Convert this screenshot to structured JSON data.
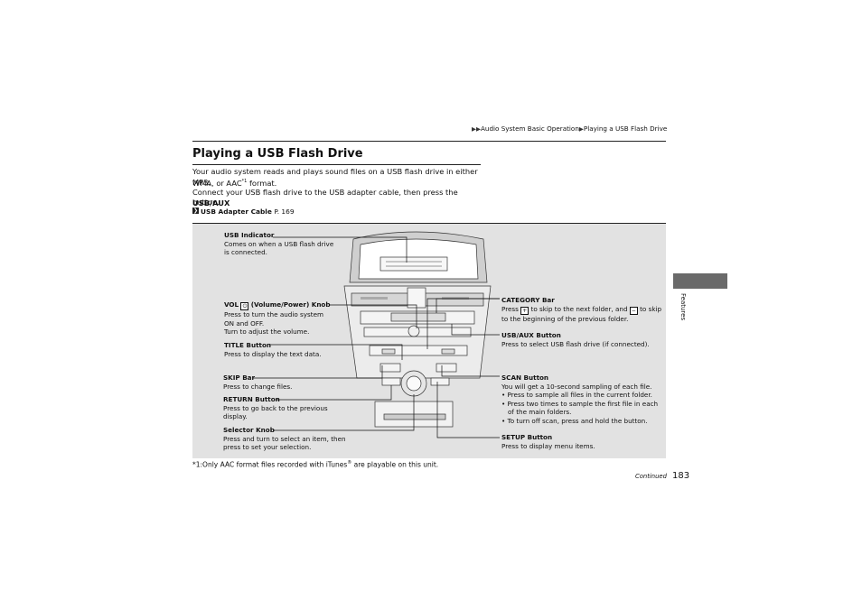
{
  "breadcrumb": {
    "part1": "Audio System Basic Operation",
    "part2": "Playing a USB Flash Drive"
  },
  "section_tab": "Features",
  "title": "Playing a USB Flash Drive",
  "intro": {
    "line1": "Your audio system reads and plays sound files on a USB flash drive in either MP3,",
    "line2a": "WMA, or AAC",
    "line2sup": "*1",
    "line2b": " format.",
    "line3": "Connect your USB flash drive to the USB adapter cable, then press the ",
    "line3bold": "USB/AUX",
    "line4": "button."
  },
  "xref": {
    "text": "USB Adapter Cable",
    "page": "P. 169"
  },
  "left_labels": {
    "usb_indicator": {
      "title": "USB Indicator",
      "desc1": "Comes on when a USB flash drive",
      "desc2": "is connected."
    },
    "vol": {
      "title1": "VOL",
      "icon": "⏻",
      "title2": "(Volume/Power) Knob",
      "desc1": "Press to turn the audio system",
      "desc2": "ON and OFF.",
      "desc3": "Turn to adjust the volume."
    },
    "title_button": {
      "title": "TITLE Button",
      "desc1": "Press to display the text data."
    },
    "skip_bar": {
      "title": "SKIP Bar",
      "desc1": "Press to change files."
    },
    "return_button": {
      "title": "RETURN Button",
      "desc1": "Press to go back to the previous",
      "desc2": "display."
    },
    "selector_knob": {
      "title": "Selector Knob",
      "desc1": "Press and turn to select an item, then",
      "desc2": "press to set your selection."
    }
  },
  "right_labels": {
    "category_bar": {
      "title": "CATEGORY Bar",
      "desc1a": "Press",
      "plus": "+",
      "desc1b": "to skip to the next folder, and",
      "minus": "−",
      "desc1c": "to skip",
      "desc2": "to the beginning of the previous folder."
    },
    "usb_aux_button": {
      "title": "USB/AUX Button",
      "desc1": "Press to select USB flash drive (if connected)."
    },
    "scan_button": {
      "title": "SCAN Button",
      "desc1": "You will get a 10-second sampling of each file.",
      "b1": "Press to sample all files in the current folder.",
      "b2a": "Press two times to sample the first file in each",
      "b2b": "of the main folders.",
      "b3": "To turn off scan, press and hold the button."
    },
    "setup_button": {
      "title": "SETUP Button",
      "desc1": "Press to display menu items."
    }
  },
  "footnote": {
    "prefix": "*1:Only AAC format files recorded with iTunes",
    "reg": "®",
    "suffix": " are playable on this unit."
  },
  "continued": "Continued",
  "page_number": "183",
  "icons": {
    "breadcrumb_arrow": "▶▶",
    "xref_arrow": "❯"
  }
}
